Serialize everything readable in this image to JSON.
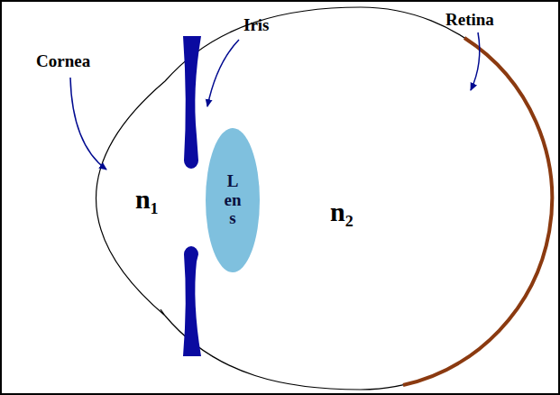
{
  "diagram": {
    "nodes": [
      {
        "text": [
          "Lens"
        ]
      }
    ],
    "labels": [
      "Cornea",
      "Iris",
      "Retina",
      "n₁",
      "n₂"
    ]
  }
}
